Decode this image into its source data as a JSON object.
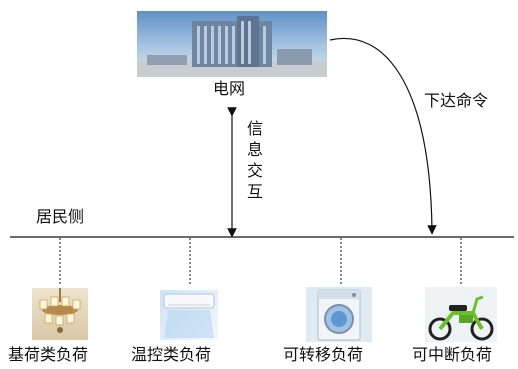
{
  "grid": {
    "label": "电网",
    "image_icon": "power-grid-building-photo"
  },
  "command_label": "下达命令",
  "interaction_label": [
    "信",
    "息",
    "交",
    "互"
  ],
  "resident_side_label": "居民侧",
  "loads": [
    {
      "label": "基荷类负荷",
      "icon": "chandelier-photo"
    },
    {
      "label": "温控类负荷",
      "icon": "air-conditioner-photo"
    },
    {
      "label": "可转移负荷",
      "icon": "washing-machine-photo"
    },
    {
      "label": "可中断负荷",
      "icon": "electric-bicycle-photo"
    }
  ],
  "colors": {
    "line": "#111111",
    "sky": "#8fb6da",
    "building": "#6f86a0"
  }
}
